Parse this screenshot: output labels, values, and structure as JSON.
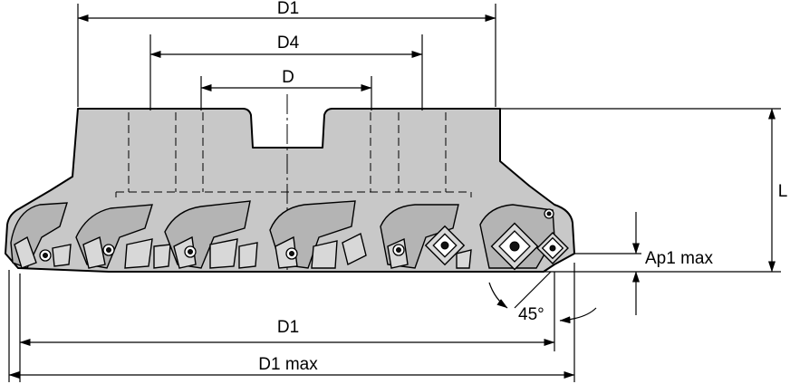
{
  "labels": {
    "d1_top": "D1",
    "d4": "D4",
    "d": "D",
    "l": "L",
    "ap1_max": "Ap1 max",
    "angle": "45°",
    "d1_bottom": "D1",
    "d1_max": "D1 max"
  }
}
